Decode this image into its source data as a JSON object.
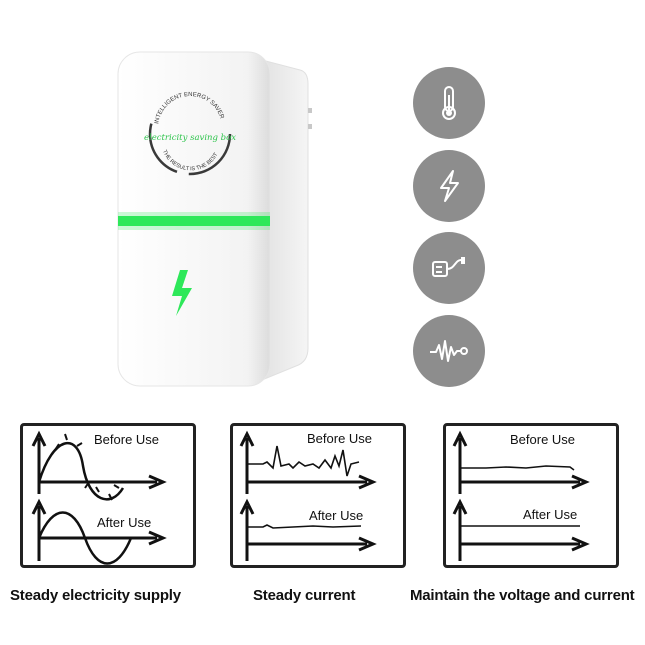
{
  "product": {
    "seal_top_text": "INTELLIGENT ENERGY SAVER",
    "seal_main_text": "electricity saving box",
    "seal_bottom_text": "THE RESULT IS THE BEST",
    "accent_color": "#2ee85a"
  },
  "feature_icons": [
    {
      "icon": "thermometer-icon"
    },
    {
      "icon": "lightning-icon"
    },
    {
      "icon": "plug-icon"
    },
    {
      "icon": "waveform-icon"
    }
  ],
  "panels": [
    {
      "before_label": "Before Use",
      "after_label": "After Use",
      "caption": "Steady electricity supply"
    },
    {
      "before_label": "Before Use",
      "after_label": "After Use",
      "caption": "Steady current"
    },
    {
      "before_label": "Before Use",
      "after_label": "After Use",
      "caption": "Maintain the voltage and current"
    }
  ]
}
